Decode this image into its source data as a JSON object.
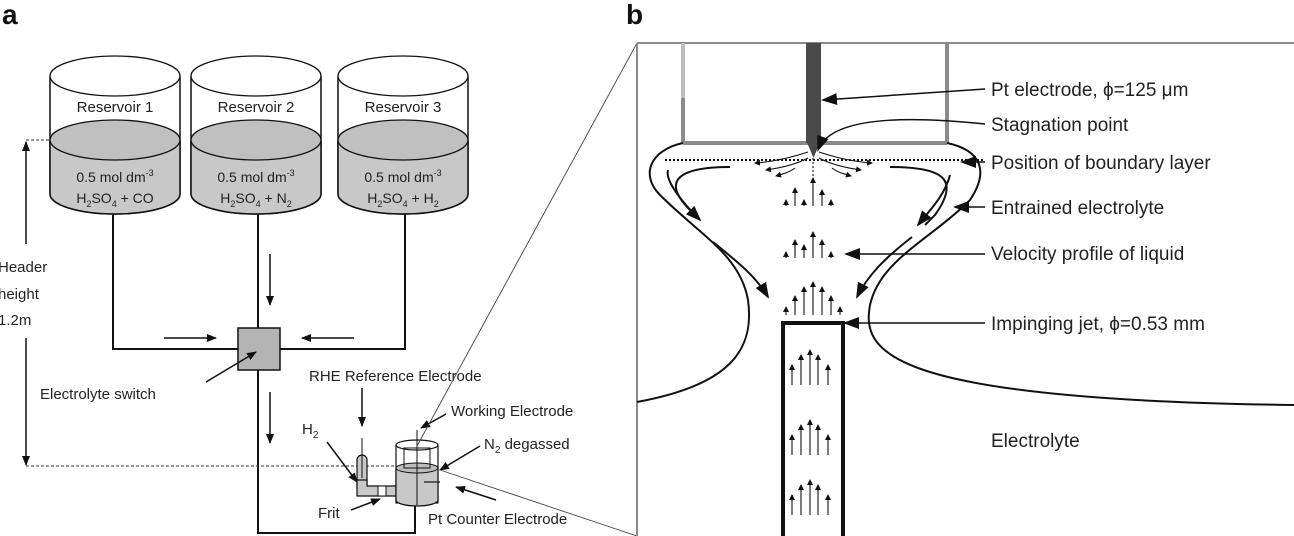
{
  "panel_a": {
    "letter": "a",
    "reservoirs": [
      {
        "name": "Reservoir 1",
        "conc": "0.5 mol dm",
        "conc_exp": "-3",
        "acid_main": "H",
        "acid_sub1": "2",
        "acid_mid": "SO",
        "acid_sub2": "4",
        "gas": " + CO",
        "gas_sub": ""
      },
      {
        "name": "Reservoir 2",
        "conc": "0.5 mol dm",
        "conc_exp": "-3",
        "acid_main": "H",
        "acid_sub1": "2",
        "acid_mid": "SO",
        "acid_sub2": "4",
        "gas": " + N",
        "gas_sub": "2"
      },
      {
        "name": "Reservoir 3",
        "conc": "0.5 mol dm",
        "conc_exp": "-3",
        "acid_main": "H",
        "acid_sub1": "2",
        "acid_mid": "SO",
        "acid_sub2": "4",
        "gas": " + H",
        "gas_sub": "2"
      }
    ],
    "header_height": [
      "Header",
      "height",
      "1.2m"
    ],
    "electrolyte_switch": "Electrolyte switch",
    "rhe_reference": "RHE Reference Electrode",
    "working_electrode": "Working Electrode",
    "h2_main": "H",
    "h2_sub": "2",
    "n2_main": "N",
    "n2_sub": "2",
    "n2_rest": " degassed",
    "frit": "Frit",
    "pt_counter": "Pt Counter Electrode"
  },
  "panel_b": {
    "letter": "b",
    "labels": {
      "pt_electrode": "Pt electrode, ϕ=125 μm",
      "stagnation": "Stagnation point",
      "boundary": "Position of boundary layer",
      "entrained": "Entrained electrolyte",
      "velocity": "Velocity profile of liquid",
      "jet": "Impinging jet, ϕ=0.53 mm",
      "electrolyte": "Electrolyte"
    }
  },
  "colors": {
    "liquid": "#c8c8c8",
    "switch": "#b4b4b4",
    "electrode": "#4a4a4a",
    "gray_wall": "#8a8a8a"
  }
}
